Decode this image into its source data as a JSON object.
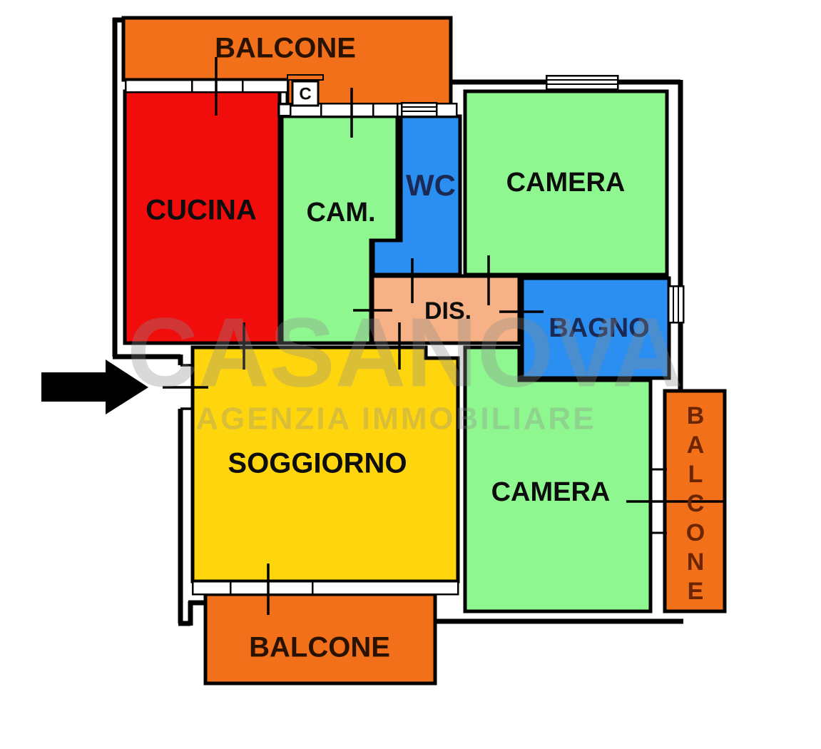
{
  "plan": {
    "watermark": {
      "title": "CASANOVA",
      "subtitle": "AGENZIA IMMOBILIARE"
    },
    "icons": {
      "entry_arrow": "right-arrow",
      "boiler_symbol": "C"
    },
    "colors": {
      "wall": "#000000",
      "room_label": "#0d0d0d",
      "wet_label": "#1b2a55",
      "balcony_label": "#2a1200",
      "balcony_right_label": "#6b2500",
      "watermark": "#8c8c8c",
      "arrow": "#000000"
    },
    "rooms": {
      "balcony_top": {
        "label": "BALCONE",
        "color": "#F3701A"
      },
      "kitchen": {
        "label": "CUCINA",
        "color": "#F20D0D"
      },
      "small_bedroom": {
        "label": "CAM.",
        "color": "#8FF78F"
      },
      "wc": {
        "label": "WC",
        "color": "#2B8FF2"
      },
      "bedroom_top": {
        "label": "CAMERA",
        "color": "#8FF78F"
      },
      "hallway": {
        "label": "DIS.",
        "color": "#F6B286"
      },
      "bathroom": {
        "label": "BAGNO",
        "color": "#2B8FF2"
      },
      "living_room": {
        "label": "SOGGIORNO",
        "color": "#FFD60D"
      },
      "bedroom_bottom": {
        "label": "CAMERA",
        "color": "#8FF78F"
      },
      "balcony_bottom": {
        "label": "BALCONE",
        "color": "#F3701A"
      },
      "balcony_right": {
        "label": "BALCONE",
        "color": "#F3701A",
        "letters": [
          "B",
          "A",
          "L",
          "C",
          "O",
          "N",
          "E"
        ]
      },
      "boiler": {
        "label": "C"
      }
    }
  }
}
